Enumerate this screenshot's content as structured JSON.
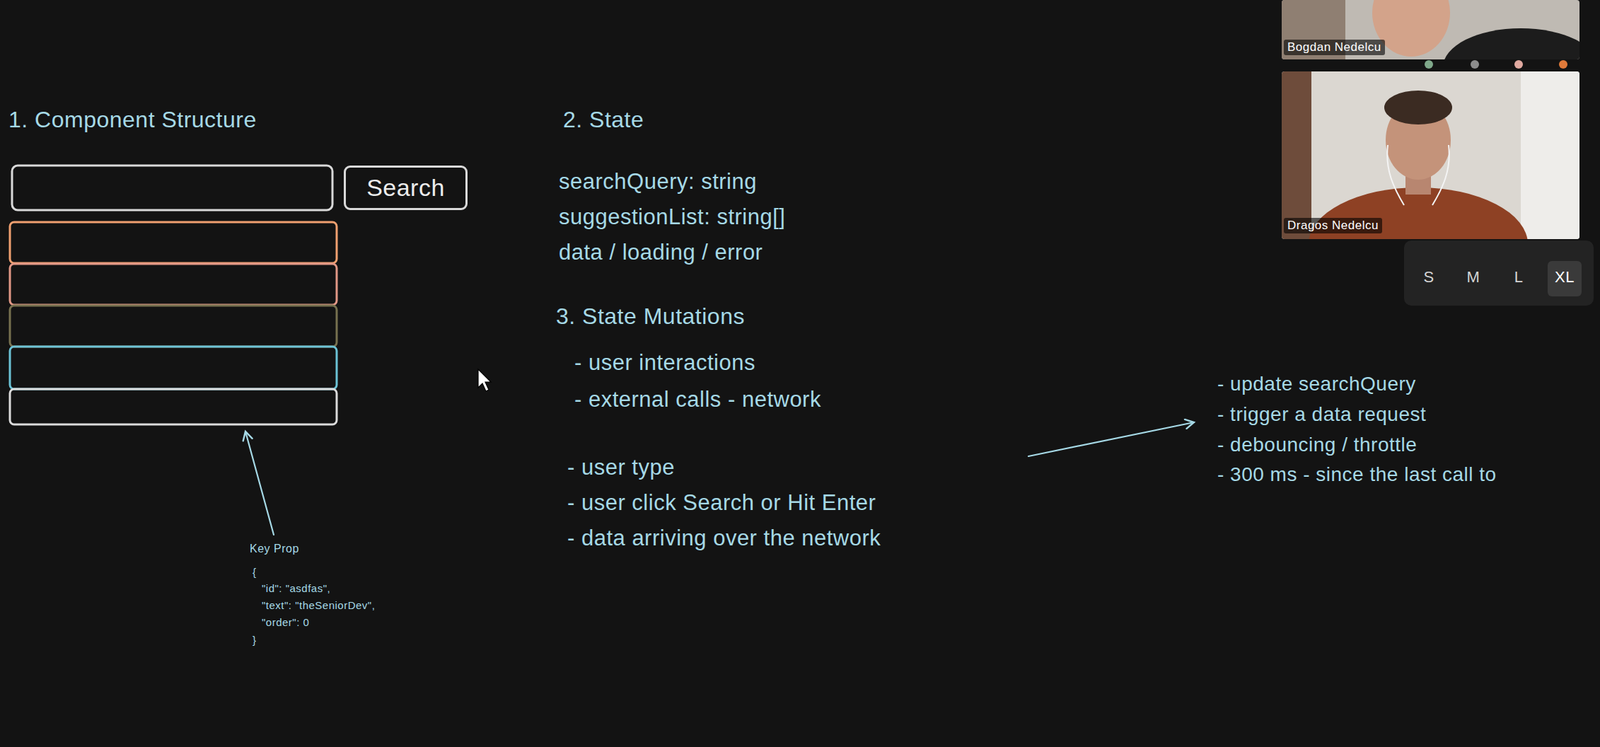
{
  "diagram": {
    "nodes": [
      {
        "text": [
          "Search"
        ]
      }
    ],
    "labels": [
      "1. Component Structure",
      "2. State",
      "searchQuery: string",
      "suggestionList: string[]",
      "data / loading / error",
      "3. State Mutations",
      "- user interactions",
      "- external calls - network",
      "- user type",
      "- user click Search or Hit Enter",
      "- data arriving over the network",
      "- update searchQuery",
      "- trigger a data request",
      "- debouncing / throttle",
      "- 300 ms - since the last call to",
      "Key Prop",
      "{",
      "\"id\": \"asdfas\",",
      "\"text\": \"theSeniorDev\",",
      "\"order\": 0",
      "}",
      "Bogdan Nedelcu",
      "Dragos Nedelcu",
      "S",
      "M",
      "L",
      "XL"
    ]
  }
}
